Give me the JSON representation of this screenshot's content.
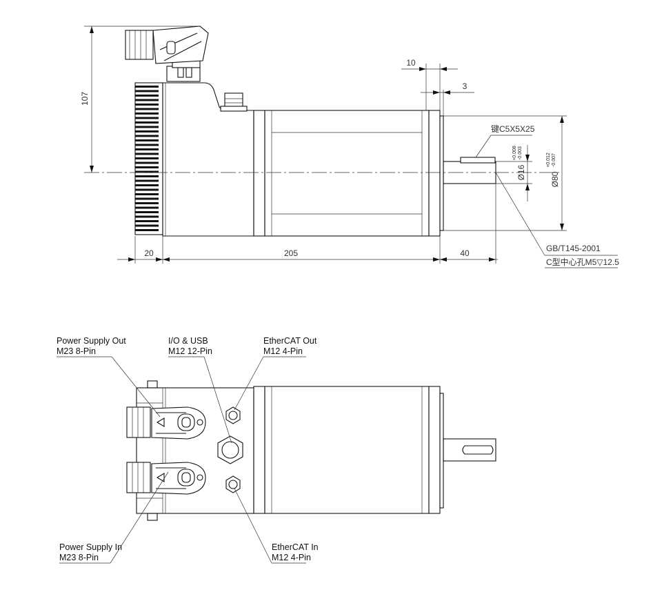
{
  "dimensions": {
    "height_107": "107",
    "width_20": "20",
    "length_205": "205",
    "shaft_40": "40",
    "offset_10": "10",
    "offset_3": "3",
    "shaft_dia": "Ø16",
    "shaft_tol_upper": "+0.008",
    "shaft_tol_lower": "-0.003",
    "flange_dia": "Ø80",
    "flange_tol_upper": "+0.012",
    "flange_tol_lower": "-0.007",
    "key_spec": "键C5X5X25",
    "standard": "GB/T145-2001",
    "center_hole": "C型中心孔M5▽12.5"
  },
  "connectors": {
    "power_out_title": "Power Supply Out",
    "power_out_spec": "M23 8-Pin",
    "io_usb_title": "I/O & USB",
    "io_usb_spec": "M12 12-Pin",
    "ethercat_out_title": "EtherCAT Out",
    "ethercat_out_spec": "M12 4-Pin",
    "power_in_title": "Power Supply In",
    "power_in_spec": "M23 8-Pin",
    "ethercat_in_title": "EtherCAT In",
    "ethercat_in_spec": "M12 4-Pin"
  }
}
